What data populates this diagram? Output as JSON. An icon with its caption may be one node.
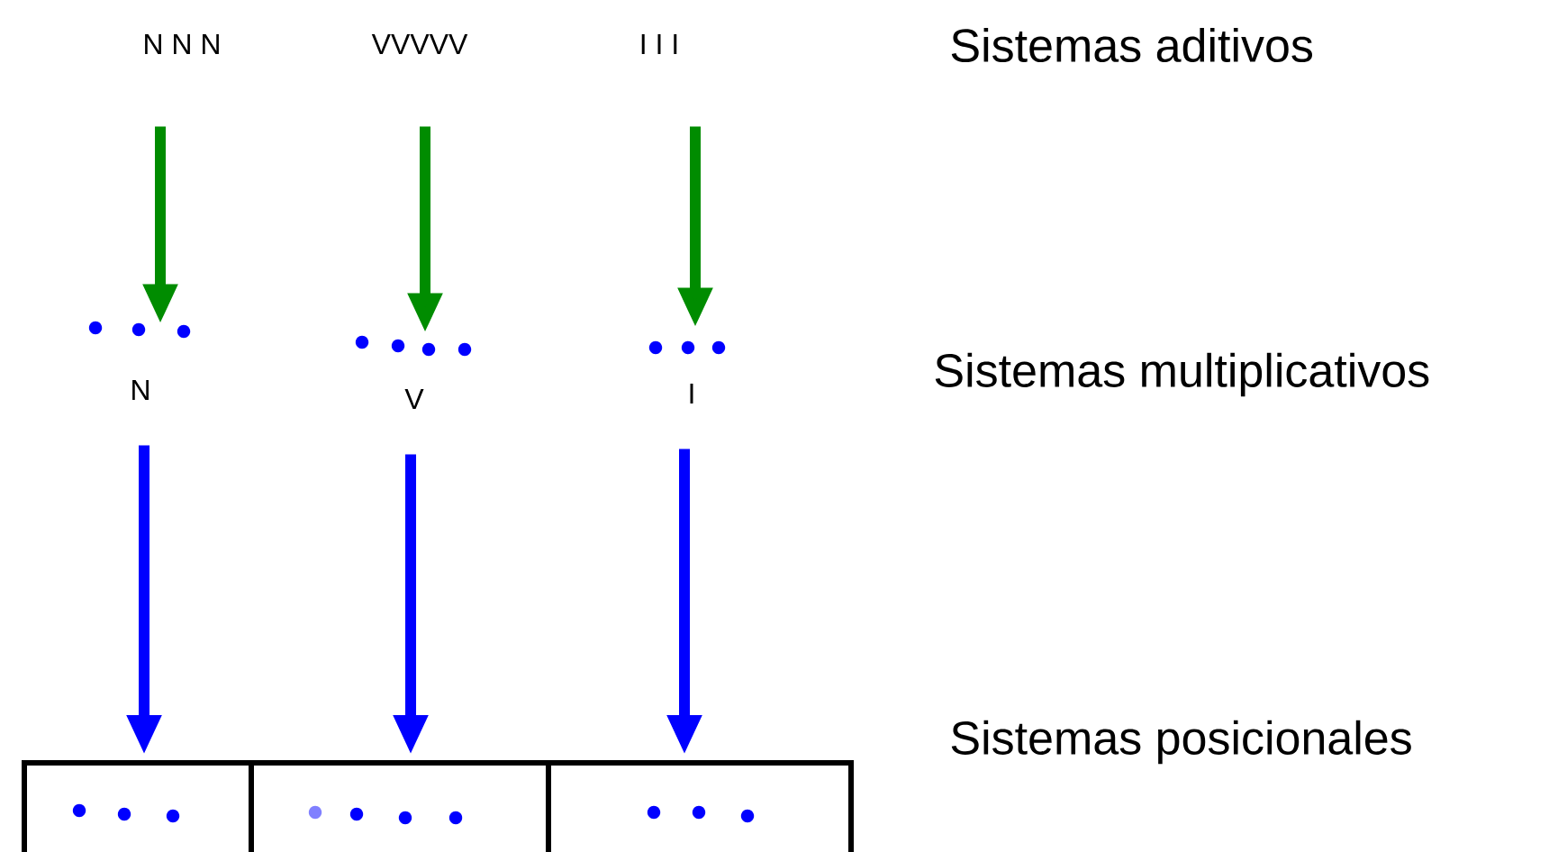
{
  "diagram": {
    "nodes": [
      {
        "text": [
          "N N N"
        ]
      },
      {
        "text": [
          "VVVVV"
        ]
      },
      {
        "text": [
          "I I I"
        ]
      },
      {
        "text": [
          "N"
        ]
      },
      {
        "text": [
          "V"
        ]
      },
      {
        "text": [
          "I"
        ]
      },
      {
        "text": [],
        "shape": "box"
      },
      {
        "text": [],
        "shape": "box"
      },
      {
        "text": [],
        "shape": "box"
      }
    ],
    "edges": [
      {
        "from": 0,
        "to": 3,
        "arrow": "to",
        "color": "#008c00"
      },
      {
        "from": 1,
        "to": 4,
        "arrow": "to",
        "color": "#008c00"
      },
      {
        "from": 2,
        "to": 5,
        "arrow": "to",
        "color": "#008c00"
      },
      {
        "from": 3,
        "to": 6,
        "arrow": "to",
        "color": "#0000ff"
      },
      {
        "from": 4,
        "to": 7,
        "arrow": "to",
        "color": "#0000ff"
      },
      {
        "from": 5,
        "to": 8,
        "arrow": "to",
        "color": "#0000ff"
      }
    ],
    "labels": [
      "Sistemas aditivos",
      "Sistemas multiplicativos",
      "Sistemas posicionales"
    ]
  }
}
